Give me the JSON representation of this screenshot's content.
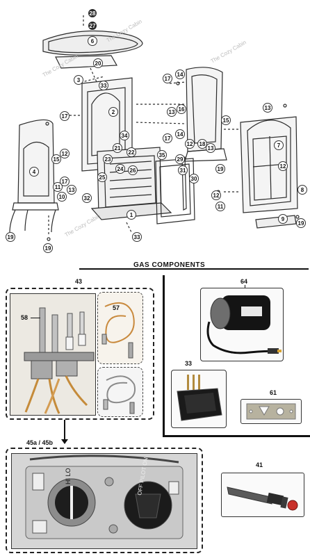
{
  "diagram": {
    "section_title": "GAS COMPONENTS",
    "watermark": "The Cozy Cabin",
    "callouts": {
      "c1": "1",
      "c2": "2",
      "c3": "3",
      "c4": "4",
      "c6": "6",
      "c7": "7",
      "c8": "8",
      "c9": "9",
      "c10": "10",
      "c11": "11",
      "c12": "12",
      "c13": "13",
      "c14": "14",
      "c16": "16",
      "c17": "17",
      "c18": "18",
      "c19": "19",
      "c20": "20",
      "c21": "21",
      "c22": "22",
      "c24": "24",
      "c25": "25",
      "c26": "26",
      "c27": "27",
      "c28": "28",
      "c29": "29",
      "c30": "30",
      "c31": "31",
      "c32": "32",
      "c33": "33",
      "c34": "34",
      "c35": "35"
    },
    "parts": {
      "p43": "43",
      "p58": "58",
      "p57": "57",
      "p45": "45a / 45b",
      "p64": "64",
      "p33": "33",
      "p61": "61",
      "p41": "41"
    }
  }
}
